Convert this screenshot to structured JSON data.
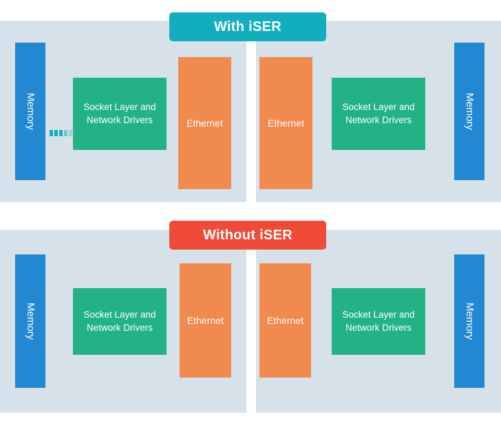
{
  "figure": {
    "title_top": "With iSER",
    "title_bottom": "Without iSER",
    "colors": {
      "page_background": "#ffffff",
      "panel_background": "#d7e1ea",
      "memory_block": "#2288d1",
      "socket_block": "#23b285",
      "ethernet_block": "#f18a4e",
      "banner_with_iser": "#13aebe",
      "banner_without_iser": "#ef4b38",
      "connector_dash": "#13aebe",
      "label_text": "#ffffff"
    }
  },
  "sections": [
    {
      "id": "with-iser",
      "banner_label": "With iSER",
      "banner_color": "#13aebe",
      "left_panel": {
        "memory_label": "Memory",
        "socket_label": "Socket Layer and\nNetwork Drivers",
        "socket_line1": "Socket Layer and",
        "socket_line2": "Network Drivers",
        "ethernet_label": "Ethernet",
        "has_connector": true
      },
      "right_panel": {
        "ethernet_label": "Ethernet",
        "socket_line1": "Socket Layer and",
        "socket_line2": "Network Drivers",
        "memory_label": "Memory",
        "has_connector": false
      }
    },
    {
      "id": "without-iser",
      "banner_label": "Without iSER",
      "banner_color": "#ef4b38",
      "left_panel": {
        "memory_label": "Memory",
        "socket_line1": "Socket Layer and",
        "socket_line2": "Network Drivers",
        "ethernet_label": "Ethernet",
        "has_connector": false
      },
      "right_panel": {
        "ethernet_label": "Ethernet",
        "socket_line1": "Socket Layer and",
        "socket_line2": "Network Drivers",
        "memory_label": "Memory",
        "has_connector": false
      }
    }
  ]
}
